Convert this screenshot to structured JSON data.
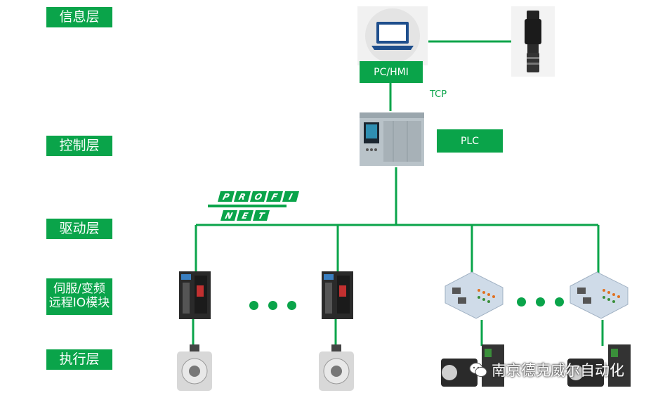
{
  "layers": [
    {
      "id": "info",
      "label": "信息层"
    },
    {
      "id": "control",
      "label": "控制层"
    },
    {
      "id": "drive",
      "label": "驱动层"
    },
    {
      "id": "servo",
      "label": "伺服/变频\n远程IO模块"
    },
    {
      "id": "exec",
      "label": "执行层"
    }
  ],
  "devices": {
    "pc_label": "PC/HMI",
    "plc_label": "PLC",
    "tcp_label": "TCP"
  },
  "profinet": {
    "top": [
      "P",
      "R",
      "O",
      "F",
      "I"
    ],
    "bottom": [
      "N",
      "E",
      "T"
    ]
  },
  "watermark": "南京德克威尔自动化",
  "colors": {
    "accent": "#0aa44a"
  }
}
